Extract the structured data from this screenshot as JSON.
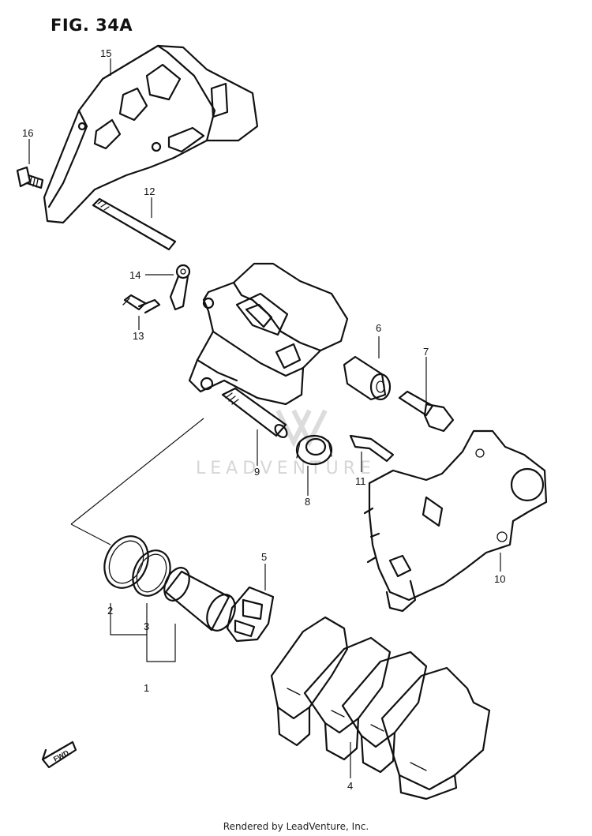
{
  "figure": {
    "title": "FIG. 34A"
  },
  "parts": [
    {
      "number": "1"
    },
    {
      "number": "2"
    },
    {
      "number": "3"
    },
    {
      "number": "4"
    },
    {
      "number": "5"
    },
    {
      "number": "6"
    },
    {
      "number": "7"
    },
    {
      "number": "8"
    },
    {
      "number": "9"
    },
    {
      "number": "10"
    },
    {
      "number": "11"
    },
    {
      "number": "12"
    },
    {
      "number": "13"
    },
    {
      "number": "14"
    },
    {
      "number": "15"
    },
    {
      "number": "16"
    }
  ],
  "direction_indicator": "FWD",
  "watermark": {
    "text": "LEADVENTURE"
  },
  "footer": {
    "text": "Rendered by LeadVenture, Inc."
  }
}
